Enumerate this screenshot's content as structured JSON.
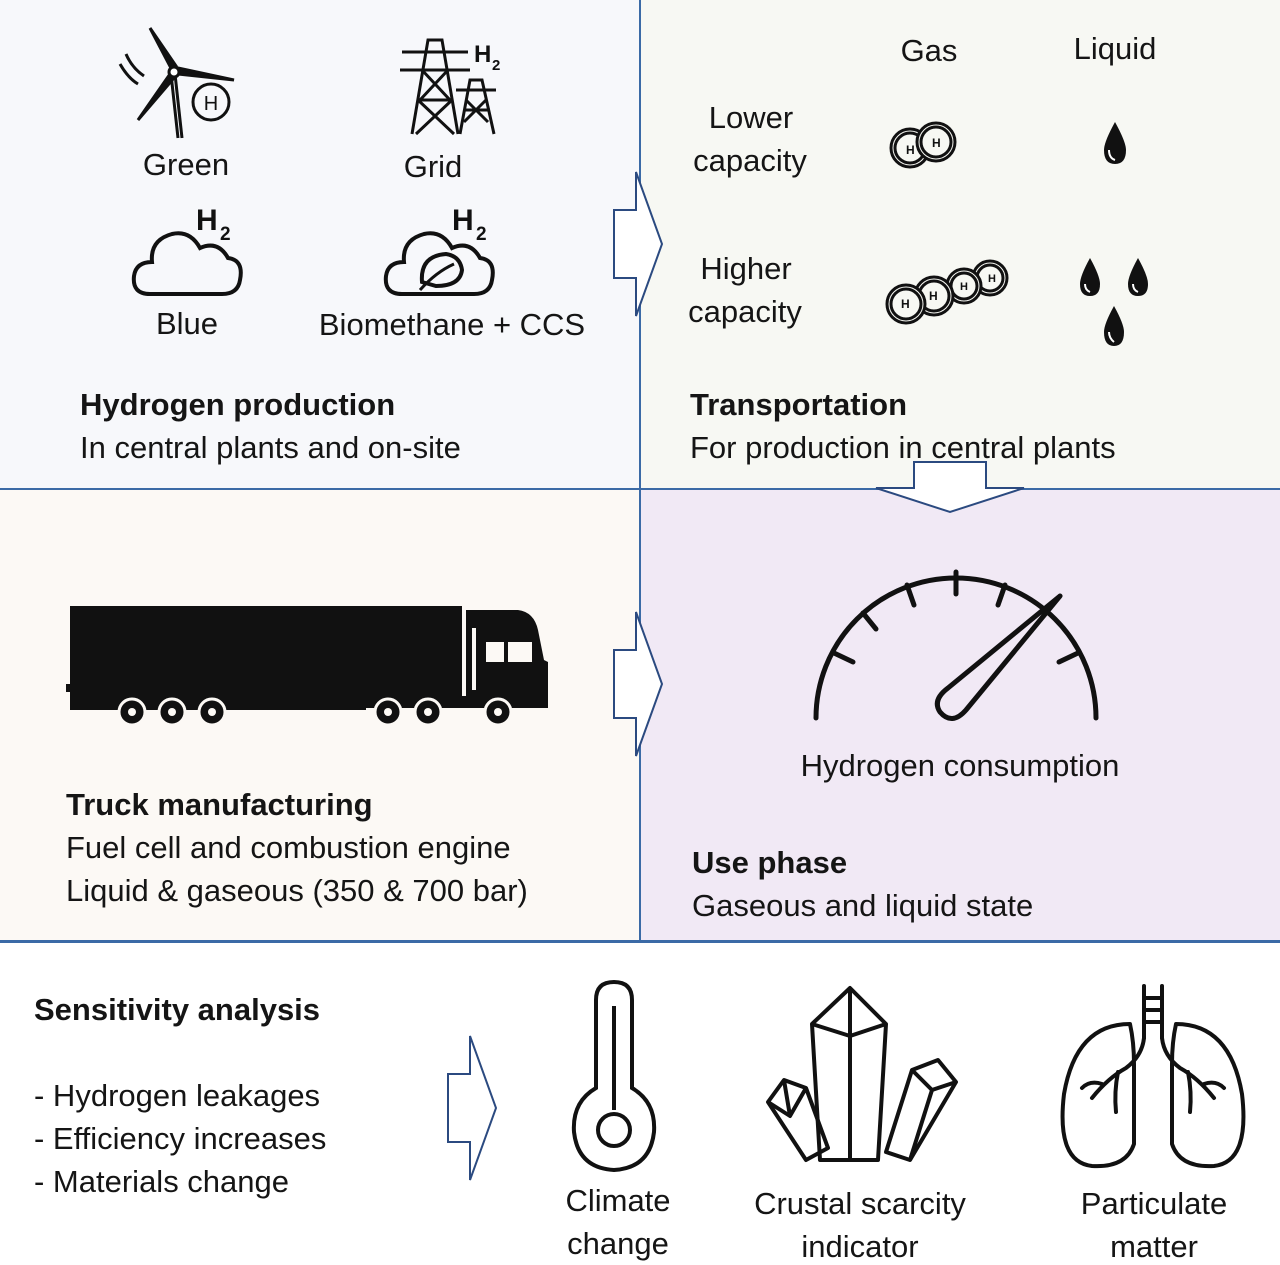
{
  "production": {
    "title": "Hydrogen production",
    "subtitle": "In central plants and on-site",
    "sources": {
      "green": "Green",
      "grid": "Grid",
      "blue": "Blue",
      "biomethane": "Biomethane + CCS"
    },
    "h2_label": "H",
    "h2_sub": "2"
  },
  "transport": {
    "title": "Transportation",
    "subtitle": "For production in central plants",
    "col_gas": "Gas",
    "col_liquid": "Liquid",
    "row_lower_1": "Lower",
    "row_lower_2": "capacity",
    "row_higher_1": "Higher",
    "row_higher_2": "capacity",
    "h_atom": "H"
  },
  "truck": {
    "title": "Truck manufacturing",
    "line1": "Fuel cell and combustion engine",
    "line2": "Liquid & gaseous (350 & 700 bar)"
  },
  "use": {
    "gauge_label": "Hydrogen consumption",
    "title": "Use phase",
    "subtitle": "Gaseous and liquid state"
  },
  "sensitivity": {
    "title": "Sensitivity analysis",
    "items": [
      "- Hydrogen leakages",
      "- Efficiency increases",
      "- Materials change"
    ],
    "impacts": {
      "climate_1": "Climate",
      "climate_2": "change",
      "crustal_1": "Crustal scarcity",
      "crustal_2": "indicator",
      "pm_1": "Particulate",
      "pm_2": "matter"
    }
  },
  "colors": {
    "divider": "#3b6aa6",
    "production_bg": "#f7f8fb",
    "transport_bg": "#f7f8f3",
    "truck_bg": "#fcf9f5",
    "use_bg": "#f1e9f5",
    "arrow_stroke": "#2b4a80",
    "icon": "#111111"
  }
}
